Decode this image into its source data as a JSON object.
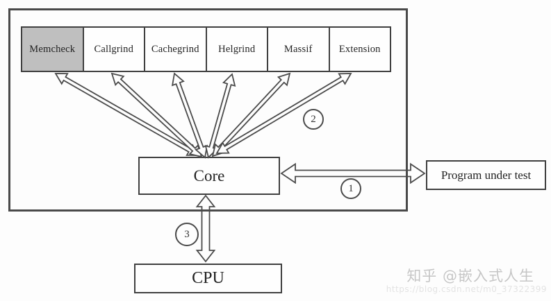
{
  "diagram": {
    "title_semantic": "Valgrind architecture diagram",
    "tools": [
      {
        "label": "Memcheck",
        "shaded": true
      },
      {
        "label": "Callgrind",
        "shaded": false
      },
      {
        "label": "Cachegrind",
        "shaded": false
      },
      {
        "label": "Helgrind",
        "shaded": false
      },
      {
        "label": "Massif",
        "shaded": false
      },
      {
        "label": "Extension",
        "shaded": false
      }
    ],
    "core": {
      "label": "Core"
    },
    "cpu": {
      "label": "CPU"
    },
    "program": {
      "label": "Program under test"
    },
    "badges": [
      {
        "label": "1"
      },
      {
        "label": "2"
      },
      {
        "label": "3"
      }
    ]
  },
  "watermark": {
    "brand": "知乎 @嵌入式人生",
    "url": "https://blog.csdn.net/m0_37322399"
  },
  "colors": {
    "line": "#4a4a4a",
    "box_border": "#3f3f3f",
    "shaded_box": "#bfbfbf",
    "box_bg": "#fefefe",
    "background": "#fdfdfd",
    "watermark": "#c6c6c6"
  }
}
